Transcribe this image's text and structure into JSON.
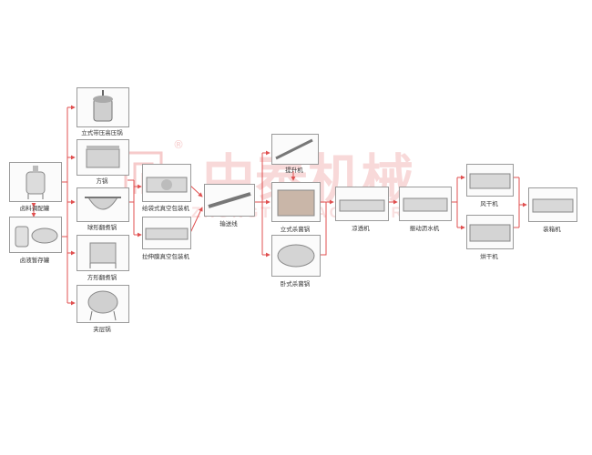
{
  "nodes": {
    "ingredient_tank": "卤料调配罐",
    "brine_tank": "卤液暂存罐",
    "pressure_cooker": "立式带压高压锅",
    "square_pot": "方锅",
    "round_tilting_pot": "球形翻煮锅",
    "square_tilting_pot": "方形翻煮锅",
    "jacketed_kettle": "夹层锅",
    "bag_vacuum_packer": "给袋式真空包装机",
    "stretch_vacuum_packer": "拉伸膜真空包装机",
    "conveyor": "输送线",
    "hoist": "提升机",
    "vertical_sterilizer": "立式杀菌锅",
    "horizontal_sterilizer": "卧式杀菌锅",
    "cooling_machine": "凉透机",
    "spray_cooler": "振动沥水机",
    "air_dryer": "风干机",
    "dryer": "烘干机",
    "boxing_machine": "装箱机"
  },
  "watermark": {
    "chinese": "中泰机械",
    "english": "ZHONGTAI MACHINERY",
    "registered": "®"
  },
  "colors": {
    "arrow": "#e05050",
    "watermark": "#e05050",
    "box_border": "#9a9a9a",
    "label": "#333333"
  }
}
